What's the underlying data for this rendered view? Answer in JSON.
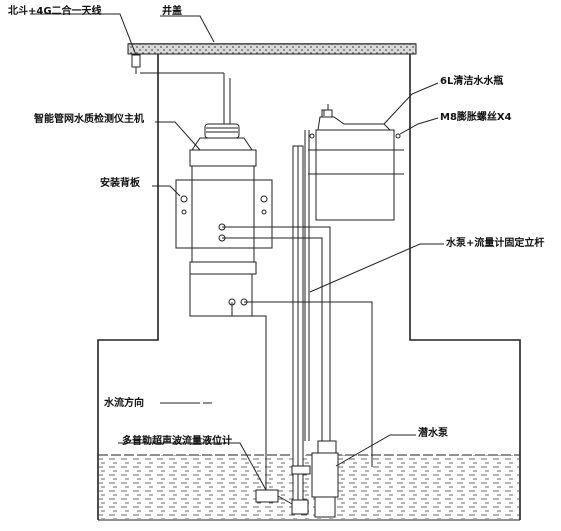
{
  "labels": {
    "antenna": "北斗+4G二合一天线",
    "well_cover": "井盖",
    "cleaning_bottle": "6L清洁水水瓶",
    "expansion_bolts": "M8膨胀螺丝X4",
    "host": "智能管网水质检测仪主机",
    "mount_plate": "安装背板",
    "fixed_pole": "水泵+流量计固定立杆",
    "flow_direction": "水流方向",
    "flowmeter": "多普勒超声波流量液位计",
    "pump": "潜水泵"
  }
}
